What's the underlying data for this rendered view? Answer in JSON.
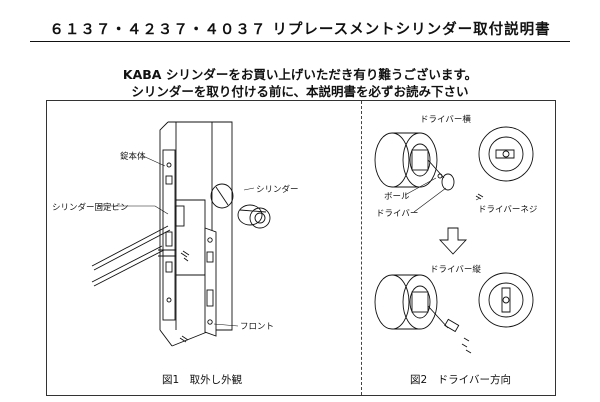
{
  "document": {
    "title": "６１３７・４２３７・４０３７ リプレースメントシリンダー取付説明書",
    "intro_line1": "KABA シリンダーをお買い上げいただき有り難うございます。",
    "intro_line2": "シリンダーを取り付ける前に、本説明書を必ずお読み下さい"
  },
  "figure1": {
    "label_lock_body": "錠本体",
    "label_cylinder": "シリンダー",
    "label_fixing_pin": "シリンダー固定ピン",
    "label_front": "フロント",
    "caption": "図1　取外し外観"
  },
  "figure2": {
    "label_driver_horizontal": "ドライバー横",
    "label_ball": "ボール",
    "label_driver": "ドライバー",
    "label_driver_screw": "ドライバーネジ",
    "label_driver_vertical": "ドライバー縦",
    "caption": "図2　ドライバー方向"
  }
}
